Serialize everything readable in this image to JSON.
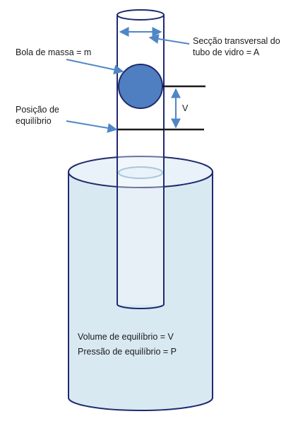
{
  "labels": {
    "ball": "Bola de massa = m",
    "cross_section_line1": "Secção transversal do",
    "cross_section_line2": "tubo de vidro = A",
    "equilibrium_line1": "Posição de",
    "equilibrium_line2": "equilíbrio",
    "displacement": "V",
    "volume": "Volume de equilíbrio = V",
    "pressure": "Pressão de equilíbrio = P"
  },
  "colors": {
    "outline": "#1f2a6e",
    "water": "#d9e9f2",
    "ball": "#4f7fc1",
    "arrow": "#4f86c6",
    "reference_line": "#1a1a1a"
  }
}
